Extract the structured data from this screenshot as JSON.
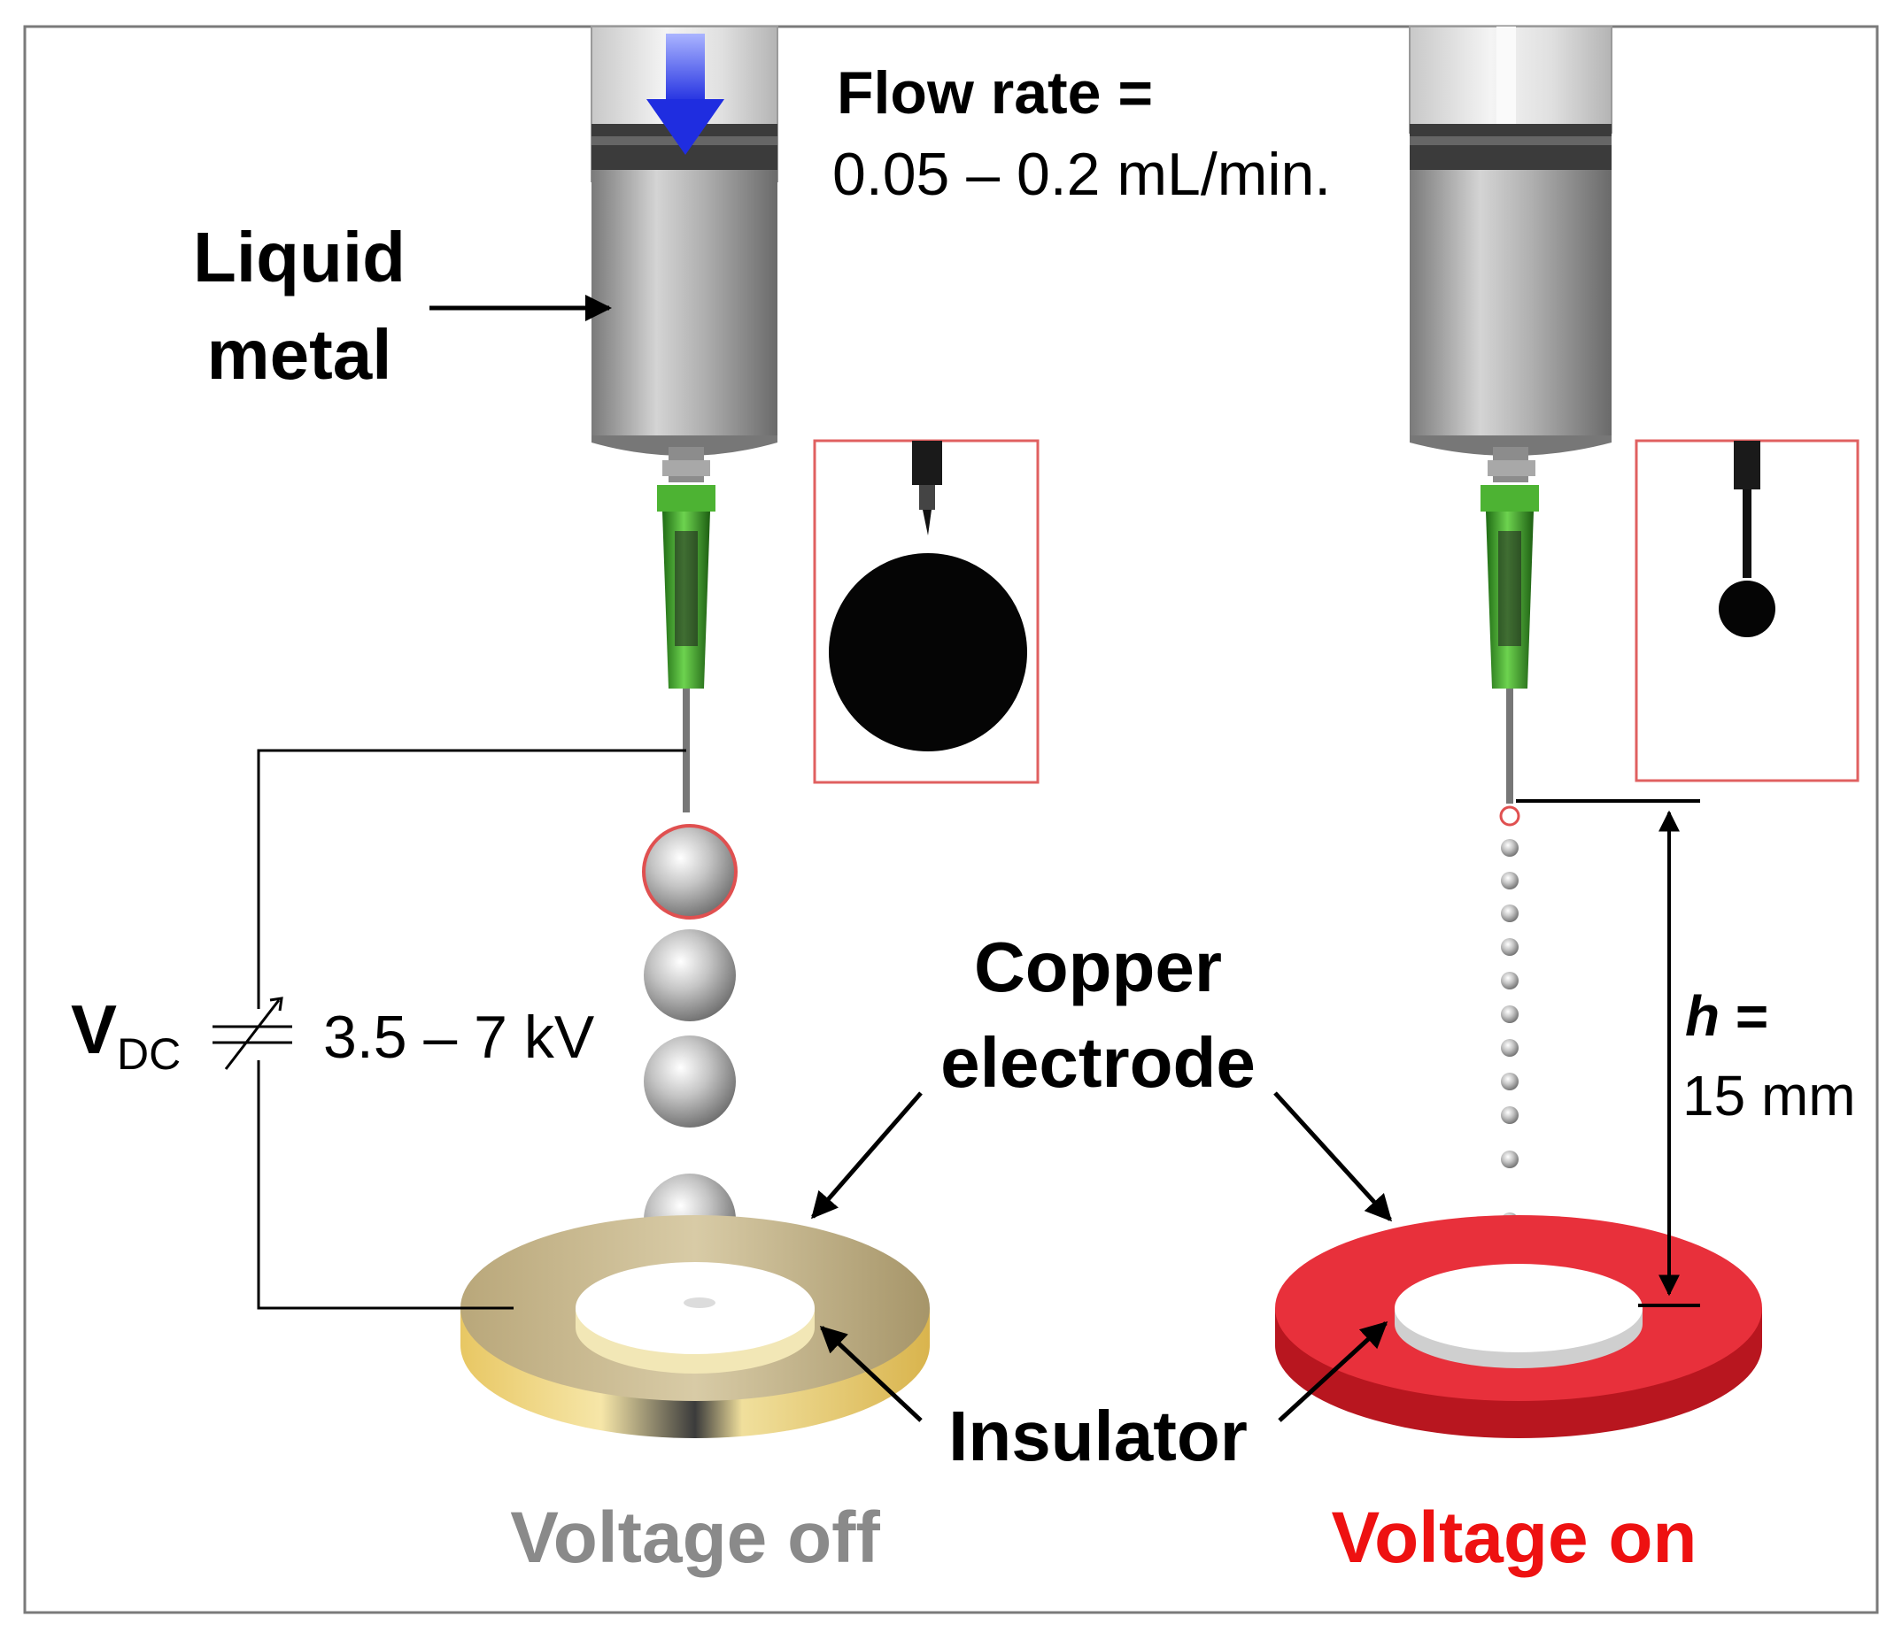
{
  "labels": {
    "flow_rate_title": "Flow rate =",
    "flow_rate_value": "0.05 – 0.2 mL/min.",
    "liquid_metal_line1": "Liquid",
    "liquid_metal_line2": "metal",
    "vdc_main": "V",
    "vdc_sub": "DC",
    "voltage_range": "3.5 – 7 kV",
    "copper_line1": "Copper",
    "copper_line2": "electrode",
    "insulator": "Insulator",
    "h_symbol": "h",
    "h_equals": " =",
    "h_value": "15 mm",
    "voltage_off": "Voltage off",
    "voltage_on": "Voltage on"
  },
  "colors": {
    "voltage_off_text": "#8a8a8a",
    "voltage_on_text": "#ee1111",
    "copper_electrode_off": "#cdbf95",
    "copper_electrode_on": "#e8303b",
    "needle_green": "#3faa2c",
    "flow_arrow": "#2a3cf0",
    "inset_border": "#e06060",
    "droplet_silver": "#bdbdbd"
  },
  "icons": [
    "syringe-icon",
    "needle-icon",
    "flow-arrow-icon",
    "variable-capacitor-icon",
    "droplet-icon",
    "electrode-ring-icon"
  ]
}
